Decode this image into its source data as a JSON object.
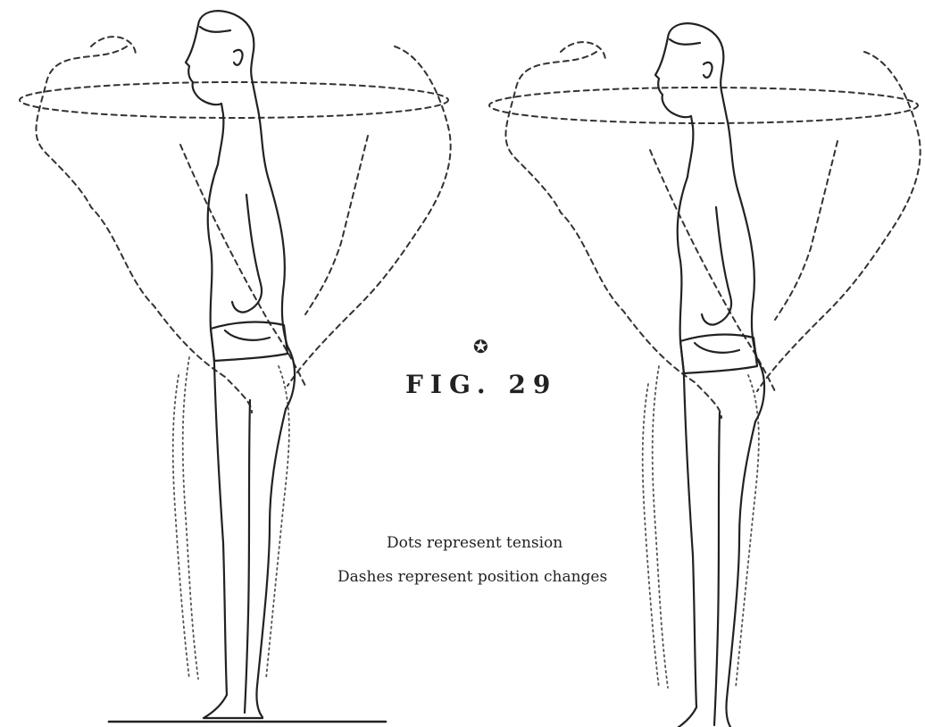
{
  "figure": {
    "label": "FIG. 29",
    "marker": "✪"
  },
  "legend": {
    "line1": "Dots represent tension",
    "line2": "Dashes represent position changes"
  },
  "colors": {
    "ink": "#222222",
    "paper": "#ffffff"
  }
}
